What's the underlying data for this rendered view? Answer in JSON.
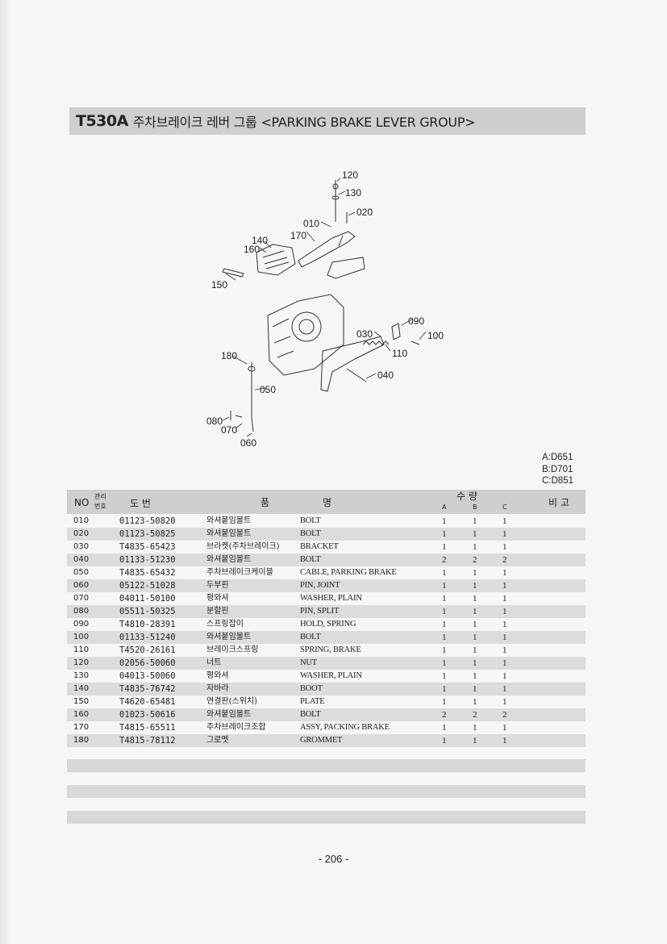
{
  "header": {
    "model_code": "T530A",
    "title": "주차브레이크 레버 그룹 <PARKING BRAKE LEVER GROUP>"
  },
  "diagram": {
    "callouts": [
      "120",
      "130",
      "020",
      "010",
      "170",
      "140",
      "160",
      "150",
      "090",
      "100",
      "030",
      "110",
      "180",
      "040",
      "050",
      "080",
      "070",
      "060"
    ]
  },
  "model_legend": [
    "A:D651",
    "B:D701",
    "C:D851"
  ],
  "table": {
    "headers": {
      "no": "NO",
      "mgmt": "관리\n번호",
      "mgmt_top": "관리",
      "mgmt_bottom": "번호",
      "part_no": "도   번",
      "name_1": "품",
      "name_2": "명",
      "qty": "수   량",
      "qty_a": "A",
      "qty_b": "B",
      "qty_c": "C",
      "remarks": "비 고"
    },
    "rows": [
      {
        "no": "010",
        "part": "01123-50820",
        "kr": "와셔붙임볼트",
        "en": "BOLT",
        "a": "1",
        "b": "1",
        "c": "1"
      },
      {
        "no": "020",
        "part": "01123-50825",
        "kr": "와셔붙임볼트",
        "en": "BOLT",
        "a": "1",
        "b": "1",
        "c": "1"
      },
      {
        "no": "030",
        "part": "T4835-65423",
        "kr": "브라켓(주차브레이크)",
        "en": "BRACKET",
        "a": "1",
        "b": "1",
        "c": "1"
      },
      {
        "no": "040",
        "part": "01133-51230",
        "kr": "와셔붙임볼트",
        "en": "BOLT",
        "a": "2",
        "b": "2",
        "c": "2"
      },
      {
        "no": "050",
        "part": "T4835-65432",
        "kr": "주차브레이크케이블",
        "en": "CABLE, PARKING BRAKE",
        "a": "1",
        "b": "1",
        "c": "1"
      },
      {
        "no": "060",
        "part": "05122-51028",
        "kr": "두부핀",
        "en": "PIN, JOINT",
        "a": "1",
        "b": "1",
        "c": "1"
      },
      {
        "no": "070",
        "part": "04011-50100",
        "kr": "평와셔",
        "en": "WASHER, PLAIN",
        "a": "1",
        "b": "1",
        "c": "1"
      },
      {
        "no": "080",
        "part": "05511-50325",
        "kr": "분할핀",
        "en": "PIN, SPLIT",
        "a": "1",
        "b": "1",
        "c": "1"
      },
      {
        "no": "090",
        "part": "T4810-28391",
        "kr": "스프링잡이",
        "en": "HOLD, SPRING",
        "a": "1",
        "b": "1",
        "c": "1"
      },
      {
        "no": "100",
        "part": "01133-51240",
        "kr": "와셔붙임볼트",
        "en": "BOLT",
        "a": "1",
        "b": "1",
        "c": "1"
      },
      {
        "no": "110",
        "part": "T4520-26161",
        "kr": "브레이크스프링",
        "en": "SPRING, BRAKE",
        "a": "1",
        "b": "1",
        "c": "1"
      },
      {
        "no": "120",
        "part": "02056-50060",
        "kr": "너트",
        "en": "NUT",
        "a": "1",
        "b": "1",
        "c": "1"
      },
      {
        "no": "130",
        "part": "04013-50060",
        "kr": "평와셔",
        "en": "WASHER, PLAIN",
        "a": "1",
        "b": "1",
        "c": "1"
      },
      {
        "no": "140",
        "part": "T4835-76742",
        "kr": "자바라",
        "en": "BOOT",
        "a": "1",
        "b": "1",
        "c": "1"
      },
      {
        "no": "150",
        "part": "T4620-65481",
        "kr": "연결판(스위치)",
        "en": "PLATE",
        "a": "1",
        "b": "1",
        "c": "1"
      },
      {
        "no": "160",
        "part": "01023-50616",
        "kr": "와셔붙임볼트",
        "en": "BOLT",
        "a": "2",
        "b": "2",
        "c": "2"
      },
      {
        "no": "170",
        "part": "T4815-65511",
        "kr": "주차브레이크조합",
        "en": "ASSY, PACKING BRAKE",
        "a": "1",
        "b": "1",
        "c": "1"
      },
      {
        "no": "180",
        "part": "T4815-78112",
        "kr": "그로멧",
        "en": "GROMMET",
        "a": "1",
        "b": "1",
        "c": "1"
      }
    ]
  },
  "footer": {
    "page_number": "- 206 -"
  }
}
